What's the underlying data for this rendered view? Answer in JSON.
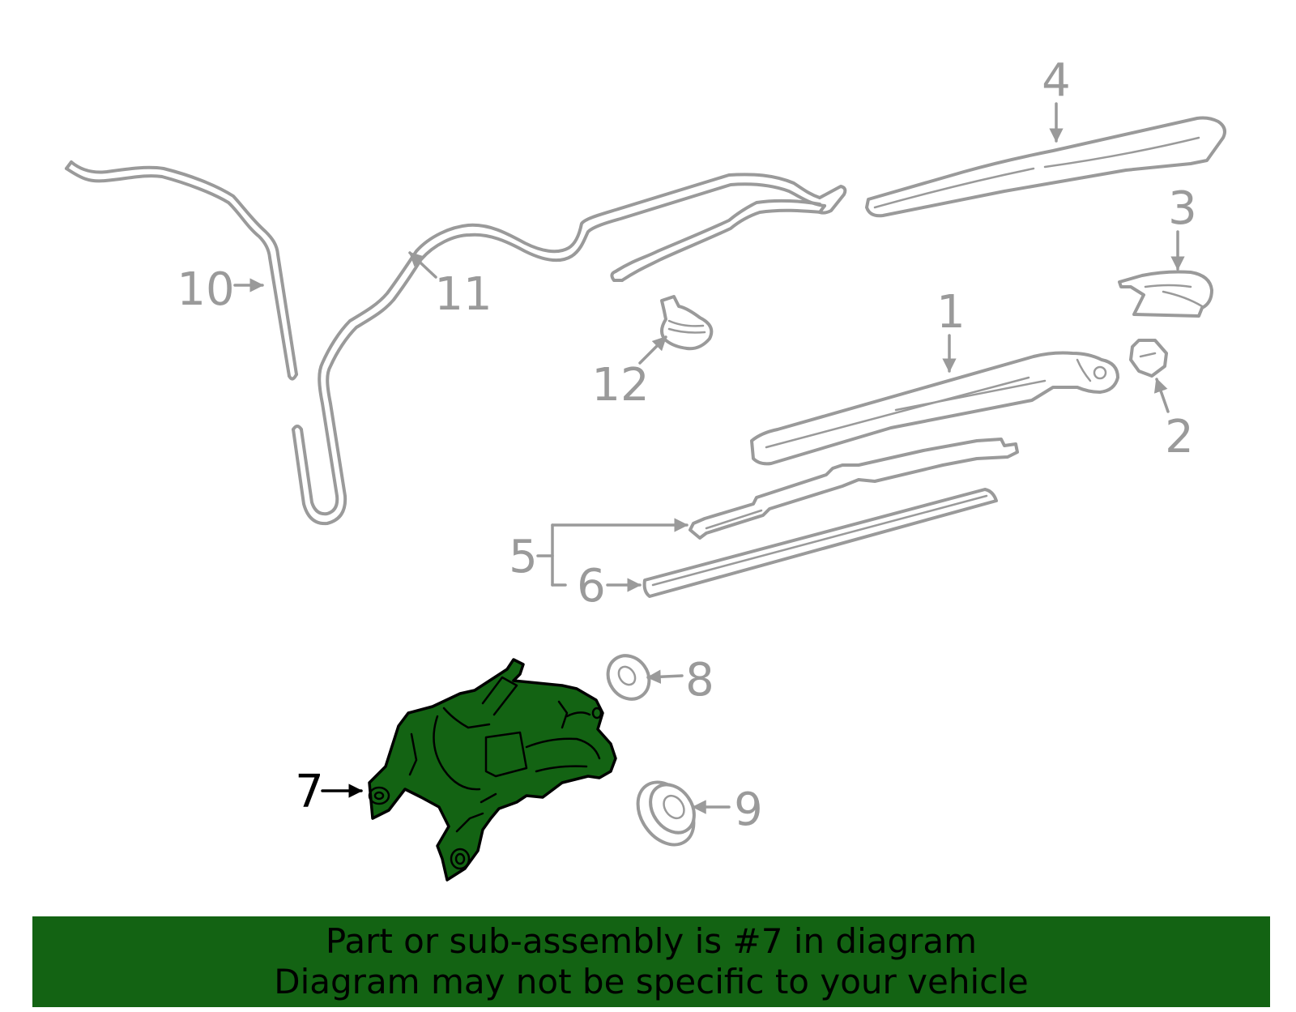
{
  "callouts": {
    "c1": "1",
    "c2": "2",
    "c3": "3",
    "c4": "4",
    "c5": "5",
    "c6": "6",
    "c7": "7",
    "c8": "8",
    "c9": "9",
    "c10": "10",
    "c11": "11",
    "c12": "12"
  },
  "highlighted_part": "7",
  "colors": {
    "highlight": "#136313",
    "outline": "#9a9a9a",
    "text": "#000000"
  },
  "banner": {
    "line1": "Part or sub-assembly is #7 in diagram",
    "line2": "Diagram may not be specific to your vehicle"
  }
}
